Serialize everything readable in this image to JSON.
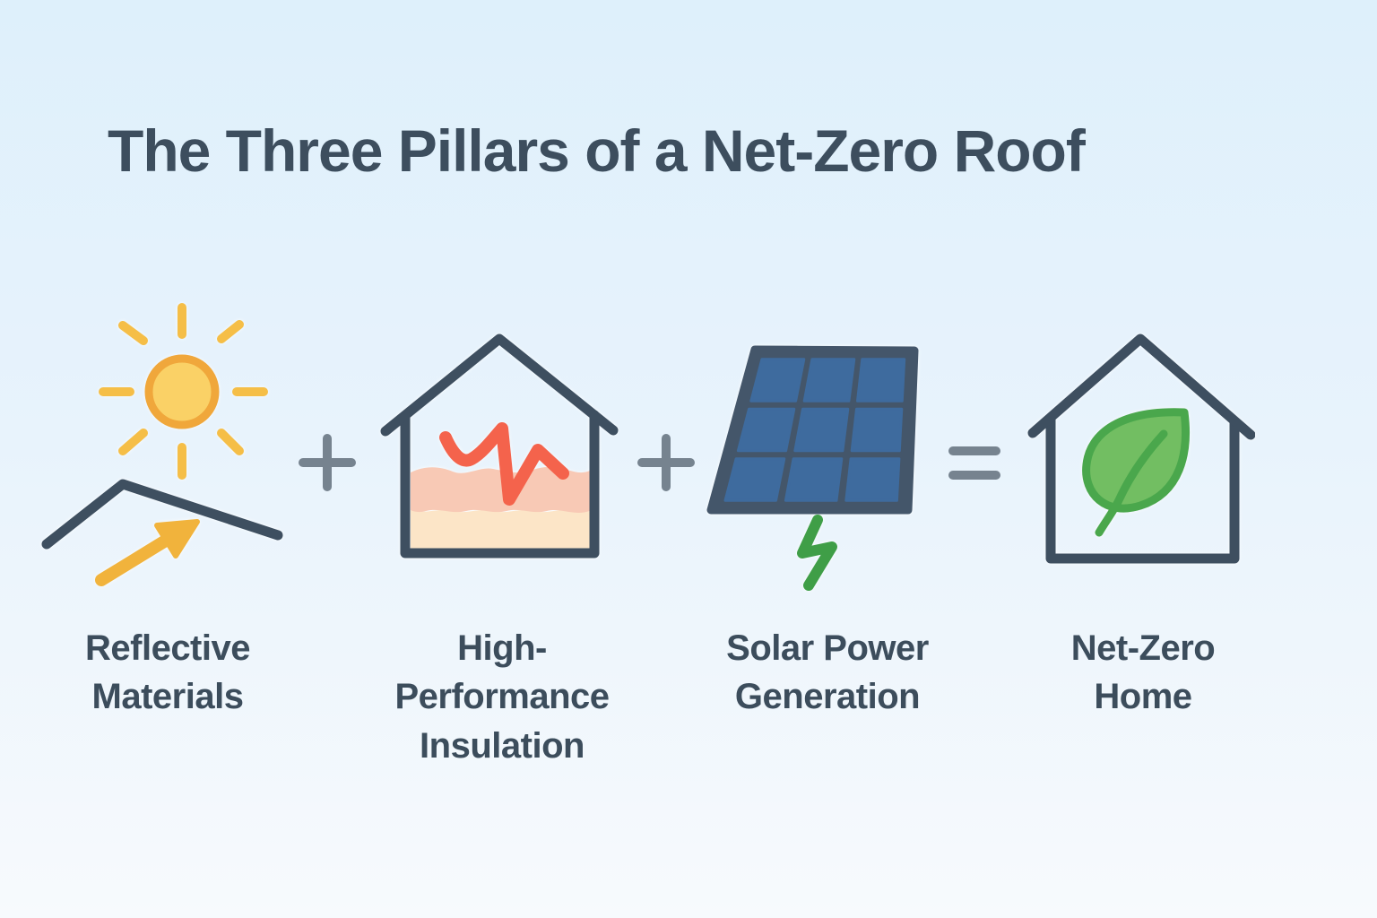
{
  "title": "The Three Pillars of a Net-Zero Roof",
  "pillars": [
    {
      "label": "Reflective Materials",
      "icon": "sun-reflective-roof-icon"
    },
    {
      "label": "High-Performance Insulation",
      "icon": "insulated-house-icon"
    },
    {
      "label": "Solar Power Generation",
      "icon": "solar-panel-icon"
    },
    {
      "label": "Net-Zero Home",
      "icon": "leaf-house-icon"
    }
  ],
  "operators": [
    {
      "symbol": "+"
    },
    {
      "symbol": "+"
    },
    {
      "symbol": "="
    }
  ],
  "colors": {
    "background_top": "#DEF0FB",
    "background_bottom": "#F7FAFD",
    "heading_text": "#3D4E5E",
    "label_text": "#3C4D5C",
    "operator_gray": "#76838F",
    "outline_slate": "#3E4F60",
    "sun_ray_yellow": "#F5BE47",
    "sun_fill": "#FAD166",
    "sun_stroke": "#F0A73B",
    "arrow_yellow": "#F1B33C",
    "insulation_wave_coral": "#F4634C",
    "insulation_band_dark": "#F8C9B5",
    "insulation_band_light": "#FCE5C7",
    "panel_frame": "#44566A",
    "panel_cell_blue": "#3E6B9E",
    "energy_green": "#3F9E47",
    "leaf_fill": "#72BE62",
    "leaf_stroke": "#4AA74C"
  }
}
